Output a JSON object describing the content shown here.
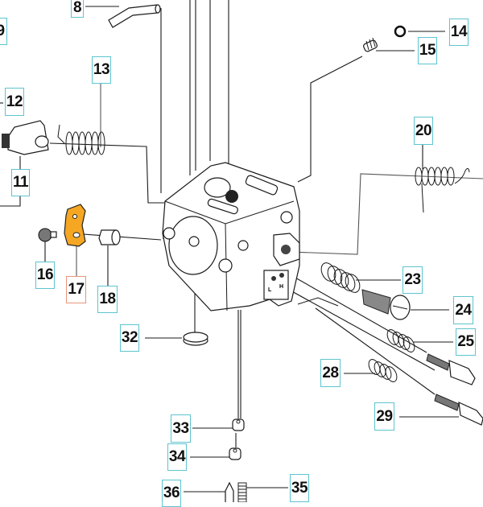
{
  "diagram": {
    "title": "Carburetor exploded parts diagram",
    "highlight_color": "#f5a623",
    "callout_border_color": "#5ec4cf",
    "selected_callout_border_color": "#e8957a",
    "callouts": [
      {
        "id": "8",
        "label": "8"
      },
      {
        "id": "9",
        "label": "9"
      },
      {
        "id": "11",
        "label": "11"
      },
      {
        "id": "12",
        "label": "12"
      },
      {
        "id": "13",
        "label": "13"
      },
      {
        "id": "14",
        "label": "14"
      },
      {
        "id": "15",
        "label": "15"
      },
      {
        "id": "16",
        "label": "16"
      },
      {
        "id": "17",
        "label": "17",
        "selected": true
      },
      {
        "id": "18",
        "label": "18"
      },
      {
        "id": "20",
        "label": "20"
      },
      {
        "id": "23",
        "label": "23"
      },
      {
        "id": "24",
        "label": "24"
      },
      {
        "id": "25",
        "label": "25"
      },
      {
        "id": "28",
        "label": "28"
      },
      {
        "id": "29",
        "label": "29"
      },
      {
        "id": "32",
        "label": "32"
      },
      {
        "id": "33",
        "label": "33"
      },
      {
        "id": "34",
        "label": "34"
      },
      {
        "id": "35",
        "label": "35"
      },
      {
        "id": "36",
        "label": "36"
      }
    ],
    "body_markings": {
      "low": "L",
      "high": "H"
    }
  }
}
